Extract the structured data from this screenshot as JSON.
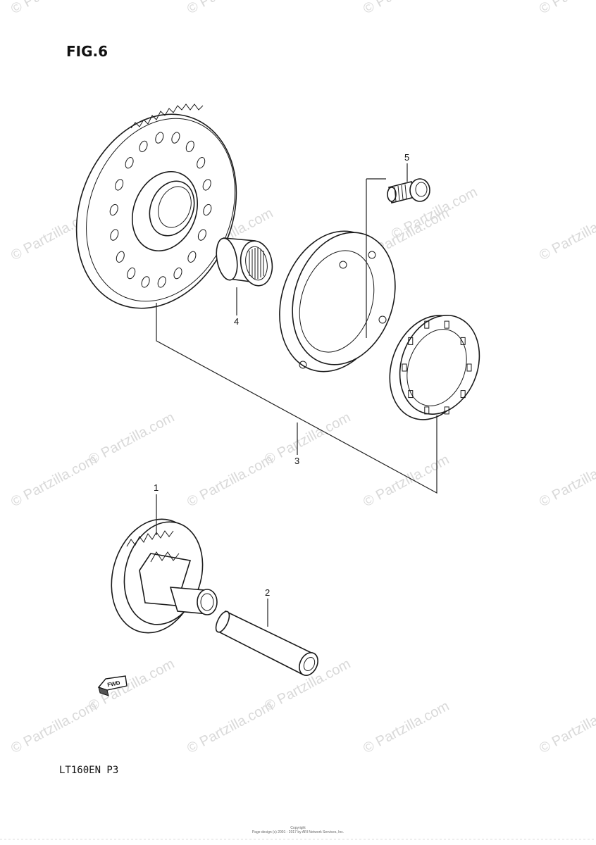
{
  "figure": {
    "title": "FIG.6",
    "model_code": "LT160EN  P3"
  },
  "watermark": {
    "text": "© Partzilla.com"
  },
  "parts": [
    {
      "number": "1",
      "shape": "starter-clutch-gear"
    },
    {
      "number": "2",
      "shape": "shaft"
    },
    {
      "number": "3",
      "shape": "starter-clutch-assembly"
    },
    {
      "number": "4",
      "shape": "needle-bearing"
    },
    {
      "number": "5",
      "shape": "bolt"
    }
  ],
  "direction_marker": {
    "label": "FWD",
    "icon": "fwd-arrow-icon"
  },
  "footer": {
    "line1": "Copyright",
    "line2": "Page design (c) 2001 - 2017 by ARI Network Services, Inc."
  }
}
